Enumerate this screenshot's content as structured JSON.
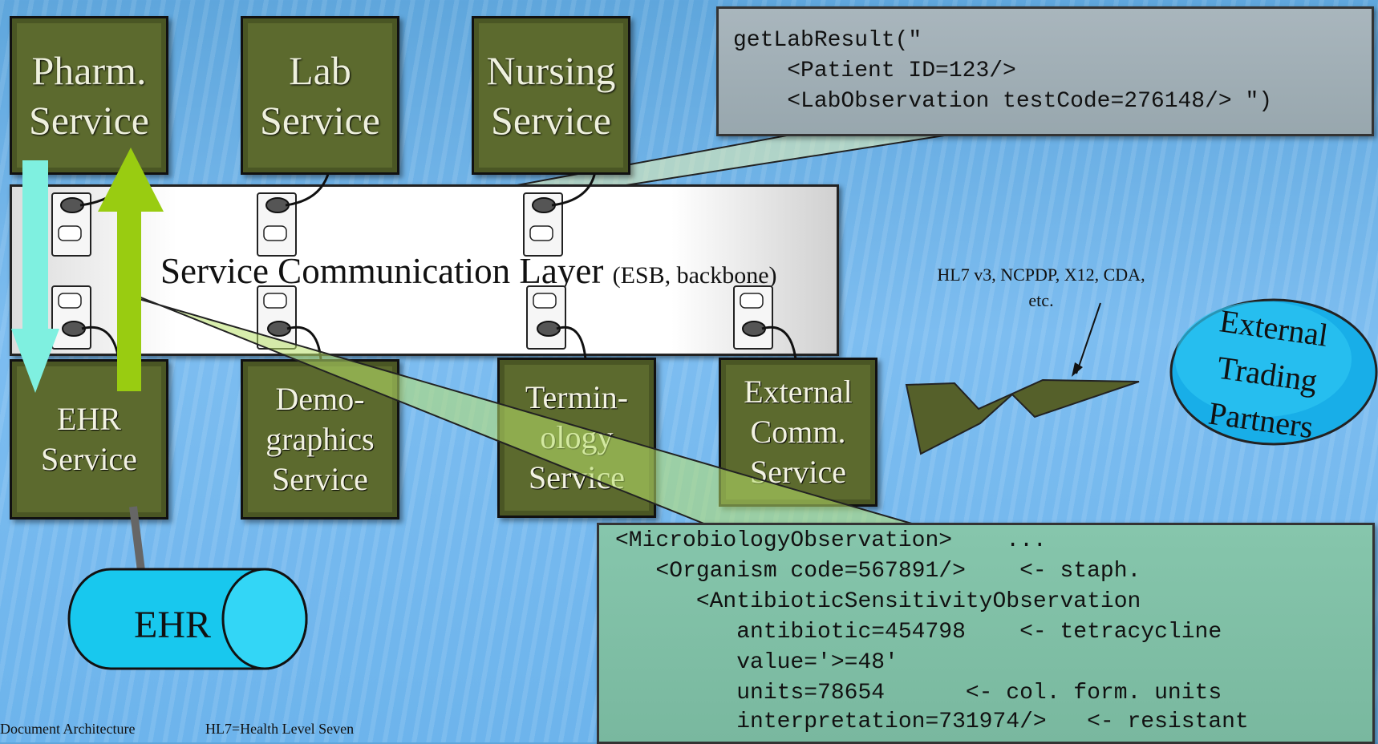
{
  "services_top": [
    {
      "label": "Pharm.\nService"
    },
    {
      "label": "Lab\nService"
    },
    {
      "label": "Nursing\nService"
    }
  ],
  "services_bottom": [
    {
      "label": "EHR\nService"
    },
    {
      "label": "Demo-\ngraphics\nService"
    },
    {
      "label": "Termin-\nology\nService"
    },
    {
      "label": "External\nComm.\nService"
    }
  ],
  "layer": {
    "title": "Service Communication Layer",
    "subtitle": "(ESB, backbone)"
  },
  "request_code": [
    "getLabResult(\"",
    "    <Patient ID=123/>",
    "    <LabObservation testCode=276148/> \")"
  ],
  "response_code": [
    "<MicrobiologyObservation>    ...",
    "   <Organism code=567891/>    <- staph.",
    "      <AntibioticSensitivityObservation",
    "         antibiotic=454798    <- tetracycline",
    "         value='>=48'",
    "         units=78654      <- col. form. units",
    "         interpretation=731974/>   <- resistant"
  ],
  "standards_note": "HL7 v3, NCPDP, X12, CDA, etc.",
  "external_partners": "External\nTrading\nPartners",
  "ehr_database": "EHR",
  "footer": {
    "left": "Document Architecture",
    "right": "HL7=Health Level Seven"
  },
  "colors": {
    "service_box": "#5c6a2e",
    "arrow_down": "#7ff0e0",
    "arrow_up": "#99cc11",
    "cylinder": "#18c8ee",
    "bolt": "#55602a"
  }
}
